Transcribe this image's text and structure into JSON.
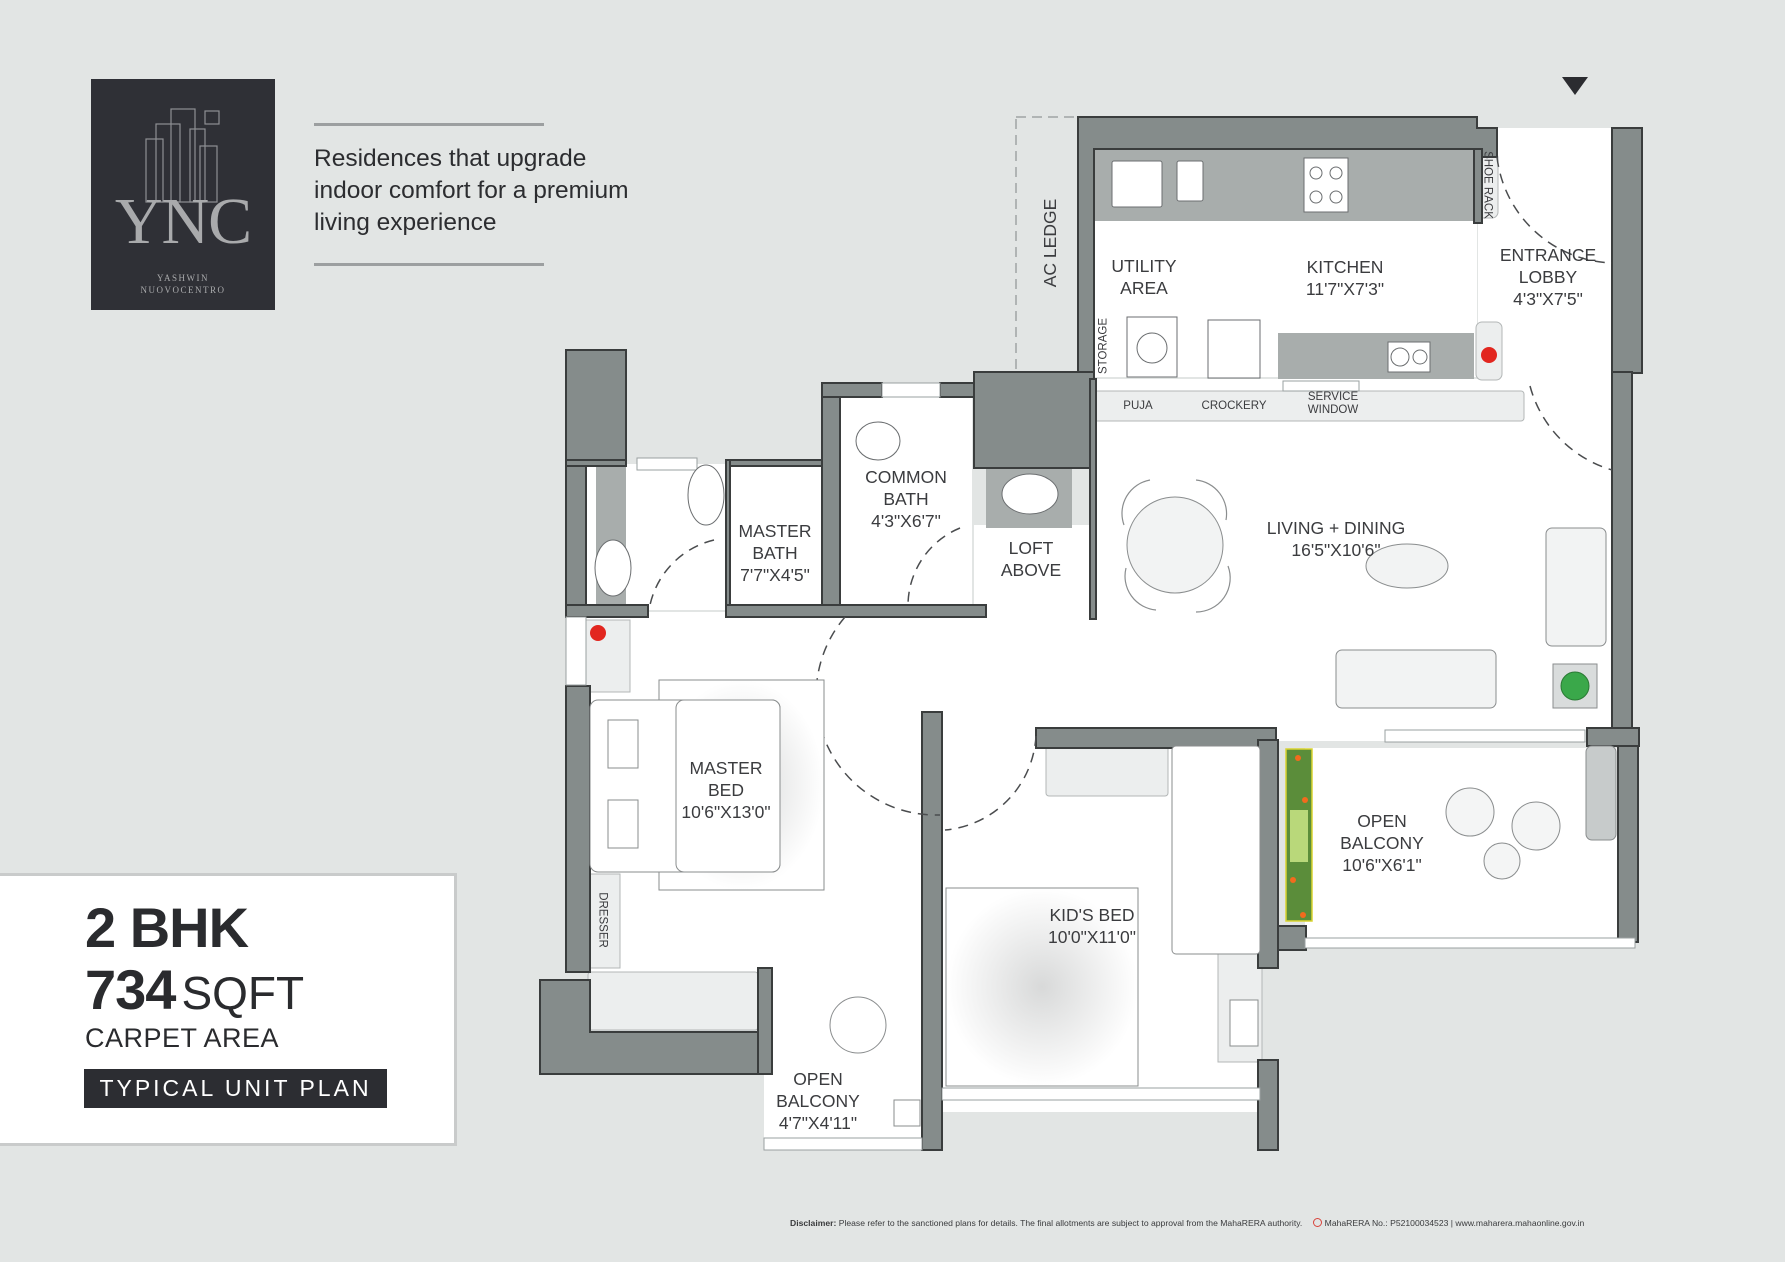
{
  "logo": {
    "mark": "YNC",
    "line1": "YASHWIN",
    "line2": "NUOVOCENTRO"
  },
  "tagline": {
    "lines": [
      "Residences that upgrade",
      "indoor comfort for a premium",
      "living experience"
    ]
  },
  "unit_card": {
    "type": "2 BHK",
    "area_value": "734",
    "area_unit": "SQFT",
    "area_label": "CARPET AREA",
    "badge": "TYPICAL UNIT PLAN"
  },
  "floor_plan": {
    "colors": {
      "wall": "#858c8b",
      "wall_edge": "#3a3d3d",
      "floor": "#ffffff",
      "counter": "#a8adac",
      "background": "#e2e5e4"
    },
    "entrance_marker": "entrance-arrow-icon",
    "rooms": [
      {
        "id": "ac-ledge",
        "name": "AC LEDGE",
        "dims": ""
      },
      {
        "id": "utility",
        "name": "UTILITY\nAREA",
        "line1": "UTILITY",
        "line2": "AREA",
        "dims": ""
      },
      {
        "id": "kitchen",
        "name": "KITCHEN",
        "dims": "11'7\"X7'3\""
      },
      {
        "id": "entrance-lobby",
        "line1": "ENTRANCE",
        "line2": "LOBBY",
        "dims": "4'3\"X7'5\""
      },
      {
        "id": "common-bath",
        "line1": "COMMON",
        "line2": "BATH",
        "dims": "4'3\"X6'7\""
      },
      {
        "id": "master-bath",
        "line1": "MASTER",
        "line2": "BATH",
        "dims": "7'7\"X4'5\""
      },
      {
        "id": "loft",
        "line1": "LOFT",
        "line2": "ABOVE",
        "dims": ""
      },
      {
        "id": "living-dining",
        "name": "LIVING + DINING",
        "dims": "16'5\"X10'6\""
      },
      {
        "id": "master-bed",
        "line1": "MASTER",
        "line2": "BED",
        "dims": "10'6\"X13'0\""
      },
      {
        "id": "kids-bed",
        "name": "KID'S BED",
        "dims": "10'0\"X11'0\""
      },
      {
        "id": "open-balcony-1",
        "line1": "OPEN",
        "line2": "BALCONY",
        "dims": "10'6\"X6'1\""
      },
      {
        "id": "open-balcony-2",
        "line1": "OPEN",
        "line2": "BALCONY",
        "dims": "4'7\"X4'11\""
      }
    ],
    "fixtures": {
      "storage": "STORAGE",
      "shoe_rack": "SHOE RACK",
      "puja": "PUJA",
      "crockery": "CROCKERY",
      "service_window_1": "SERVICE",
      "service_window_2": "WINDOW",
      "dresser": "DRESSER"
    }
  },
  "disclaimer": {
    "label": "Disclaimer:",
    "text": "Please refer to the sanctioned plans for details. The final  allotments are subject to approval from the MahaRERA authority.",
    "rera": "MahaRERA No.: P52100034523 | www.maharera.mahaonline.gov.in"
  }
}
